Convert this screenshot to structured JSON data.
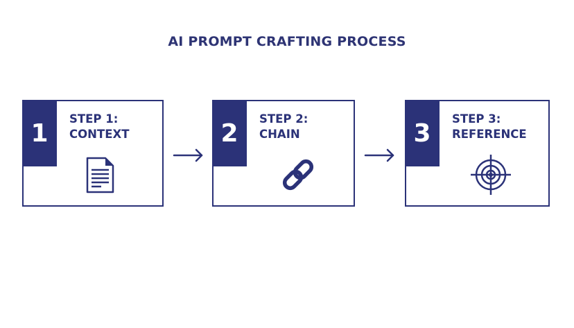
{
  "title": "AI PROMPT CRAFTING PROCESS",
  "colors": {
    "primary": "#2b3278",
    "background": "#ffffff",
    "number_text": "#ffffff"
  },
  "steps": [
    {
      "number": "1",
      "line1": "STEP 1:",
      "line2": "CONTEXT",
      "icon": "document-icon"
    },
    {
      "number": "2",
      "line1": "STEP 2:",
      "line2": "CHAIN",
      "icon": "chain-link-icon"
    },
    {
      "number": "3",
      "line1": "STEP 3:",
      "line2": "REFERENCE",
      "icon": "target-icon"
    }
  ],
  "connectors": [
    {
      "icon": "arrow-right-icon"
    },
    {
      "icon": "arrow-right-icon"
    }
  ]
}
